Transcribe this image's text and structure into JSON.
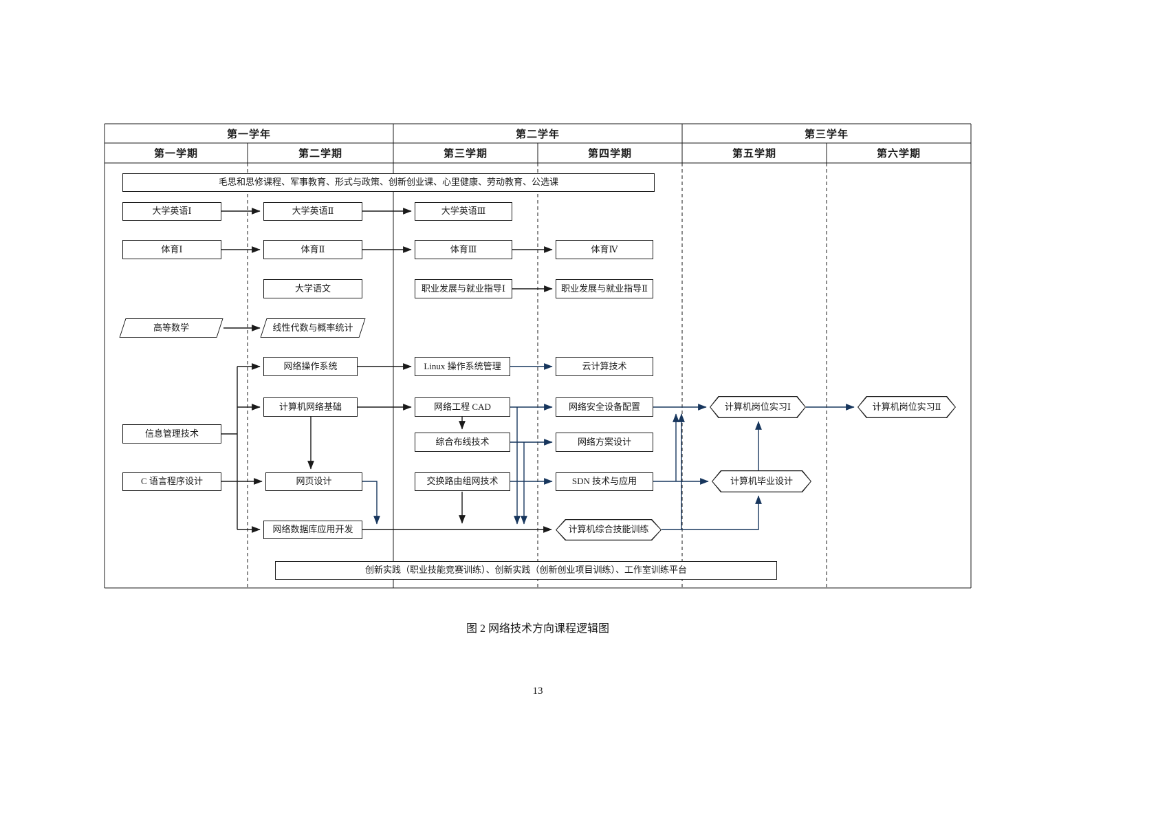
{
  "document": {
    "caption": "图 2 网络技术方向课程逻辑图",
    "page_number": "13"
  },
  "colors": {
    "line": "#1a1a1a",
    "flow_blue": "#17365D"
  },
  "timeline": {
    "years": [
      "第一学年",
      "第二学年",
      "第三学年"
    ],
    "semesters": [
      "第一学期",
      "第二学期",
      "第三学期",
      "第四学期",
      "第五学期",
      "第六学期"
    ]
  },
  "bands": {
    "general_courses": "毛思和思修课程、军事教育、形式与政策、创新创业课、心里健康、劳动教育、公选课",
    "innovation_practice": "创新实践（职业技能竞赛训练）、创新实践（创新创业项目训练）、工作室训练平台"
  },
  "courses": {
    "english1": "大学英语Ⅰ",
    "english2": "大学英语Ⅱ",
    "english3": "大学英语Ⅲ",
    "pe1": "体育Ⅰ",
    "pe2": "体育Ⅱ",
    "pe3": "体育Ⅲ",
    "pe4": "体育Ⅳ",
    "chinese": "大学语文",
    "career1": "职业发展与就业指导Ⅰ",
    "career2": "职业发展与就业指导Ⅱ",
    "advanced_math": "高等数学",
    "linear_algebra": "线性代数与概率统计",
    "network_os": "网络操作系统",
    "linux_admin": "Linux 操作系统管理",
    "cloud_computing": "云计算技术",
    "computer_network_basics": "计算机网络基础",
    "network_cad": "网络工程 CAD",
    "network_security_config": "网络安全设备配置",
    "internship1": "计算机岗位实习Ⅰ",
    "internship2": "计算机岗位实习Ⅱ",
    "info_management": "信息管理技术",
    "cabling": "综合布线技术",
    "network_solution_design": "网络方案设计",
    "c_programming": "C 语言程序设计",
    "web_design": "网页设计",
    "switching_routing": "交换路由组网技术",
    "sdn": "SDN 技术与应用",
    "graduation_project": "计算机毕业设计",
    "comprehensive_training": "计算机综合技能训练",
    "network_database": "网络数据库应用开发"
  }
}
